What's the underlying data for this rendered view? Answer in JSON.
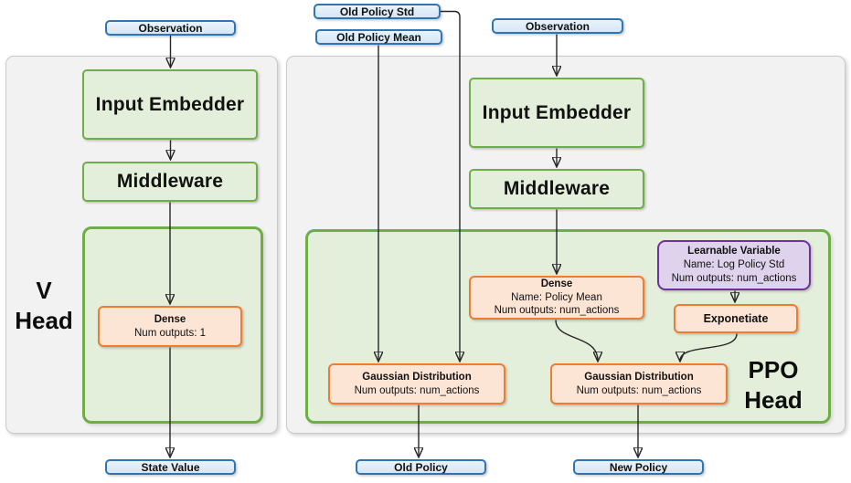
{
  "diagram": {
    "title_hint": "PPO actor-critic network architecture",
    "colors": {
      "blue_border": "#2E75B6",
      "blue_fill": "#DCE9F7",
      "green_border": "#6FAD46",
      "green_fill": "#E3EFDA",
      "orange_border": "#ED7D31",
      "orange_fill": "#FCE5D5",
      "purple_border": "#7030A0",
      "purple_fill": "#DED2EC",
      "panel_fill": "#F2F2F2",
      "panel_border": "#C9C9C9",
      "arrow": "#262626"
    },
    "nodes": {
      "observation_left": "Observation",
      "old_policy_std": "Old Policy Std",
      "old_policy_mean": "Old Policy Mean",
      "observation_right": "Observation",
      "input_embedder_left": "Input Embedder",
      "middleware_left": "Middleware",
      "input_embedder_right": "Input Embedder",
      "middleware_right": "Middleware",
      "dense_v": {
        "title": "Dense",
        "lines": [
          "Num outputs: 1"
        ]
      },
      "dense_policy_mean": {
        "title": "Dense",
        "lines": [
          "Name: Policy Mean",
          "Num outputs: num_actions"
        ]
      },
      "learnable_variable": {
        "title": "Learnable Variable",
        "lines": [
          "Name: Log Policy Std",
          "Num outputs: num_actions"
        ]
      },
      "exponetiate": "Exponetiate",
      "gaussian_old": {
        "title": "Gaussian Distribution",
        "lines": [
          "Num outputs: num_actions"
        ]
      },
      "gaussian_new": {
        "title": "Gaussian Distribution",
        "lines": [
          "Num outputs: num_actions"
        ]
      },
      "v_head": {
        "line1": "V",
        "line2": "Head"
      },
      "ppo_head": {
        "line1": "PPO",
        "line2": "Head"
      },
      "state_value": "State Value",
      "old_policy": "Old Policy",
      "new_policy": "New Policy"
    }
  }
}
